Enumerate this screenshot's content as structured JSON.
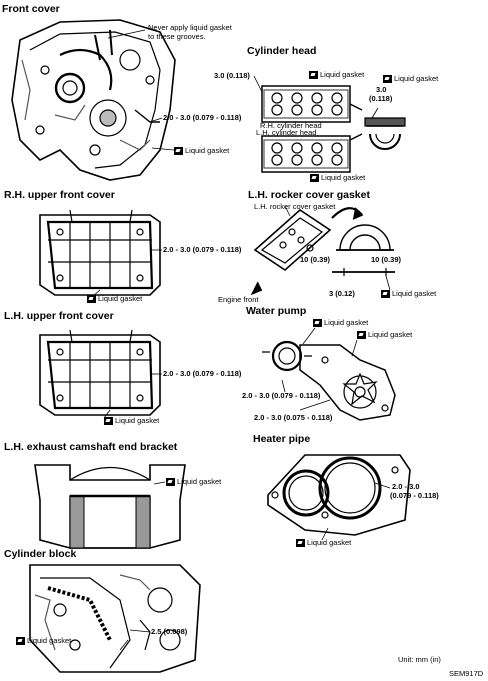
{
  "sections": {
    "front_cover": "Front cover",
    "cylinder_head": "Cylinder head",
    "rh_upper_front_cover": "R.H. upper front cover",
    "lh_rocker_cover_gasket": "L.H. rocker cover gasket",
    "lh_upper_front_cover": "L.H. upper front cover",
    "water_pump": "Water pump",
    "lh_exhaust_camshaft_end_bracket": "L.H. exhaust camshaft end bracket",
    "heater_pipe": "Heater pipe",
    "cylinder_block": "Cylinder block"
  },
  "labels": {
    "never_apply_line1": "Never apply liquid gasket",
    "never_apply_line2": "to these grooves.",
    "liquid_gasket": "Liquid gasket",
    "dim_3_0": "3.0 (0.118)",
    "dim_3_0_a": "3.0",
    "dim_3_0_b": "(0.118)",
    "rh_cyl_head": "R.H. cylinder head",
    "lh_cyl_head": "L.H. cylinder head",
    "dim_2_3": "2.0 - 3.0 (0.079 - 0.118)",
    "dim_2_3_b": "2.0 - 3.0 (0.075 - 0.118)",
    "dim_2_3_a": "2.0 - 3.0",
    "dim_2_3_c": "(0.079 - 0.118)",
    "lh_rocker_cover_gasket": "L.H. rocker cover gasket",
    "dim_10": "10 (0.39)",
    "dim_3_012": "3 (0.12)",
    "engine_front": "Engine front",
    "dim_2_5": "2.5 (0.098)",
    "unit": "Unit:  mm (in)",
    "code": "SEM917D"
  }
}
